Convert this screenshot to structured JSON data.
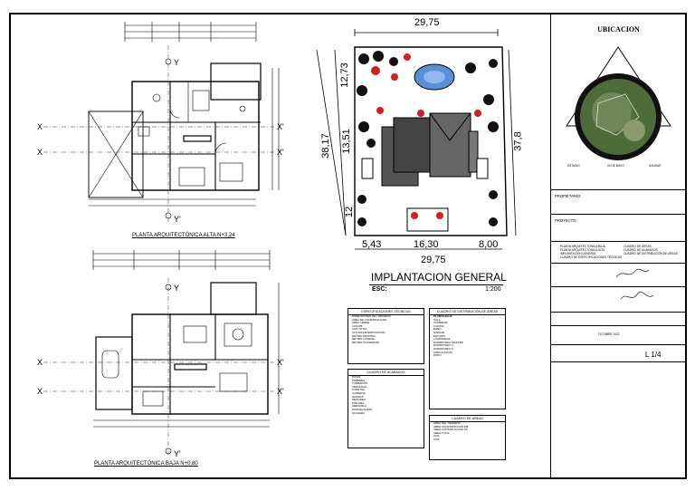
{
  "plans": {
    "upper_title": "PLANTA ARQUITECTÓNICA ALTA  N+3,24",
    "lower_title": "PLANTA ARQUITECTÓNICA BAJA N+0,80",
    "axis_x": "X",
    "axis_x_prime": "X'",
    "axis_y": "Y",
    "axis_y_prime": "Y'"
  },
  "site": {
    "top_width": "29,75",
    "bottom_width": "29,75",
    "left_depth_1": "12,73",
    "left_depth_2": "13,51",
    "left_depth_3": "12",
    "left_total": "38,17",
    "right_depth": "37,8",
    "bottom_seg_1": "5,43",
    "bottom_seg_2": "16,30",
    "bottom_seg_3": "8,00",
    "title": "IMPLANTACION GENERAL",
    "scale_label": "ESC:",
    "scale_value": "1:200"
  },
  "tables": {
    "specs_title": "ESPECIFICACIONES TÉCNICAS",
    "specs_rows": [
      "DIMENSIONES DEL TERRENO",
      "ÁREA DE CONSTRUCCIÓN",
      "ÁREA VERDE",
      "COS PB",
      "COS TOTAL",
      "ALTURA DE EDIFICACIÓN",
      "RETIRO FRONTAL",
      "RETIRO LATERAL",
      "RETIRO POSTERIOR"
    ],
    "areas_title": "CUADRO DE DISTRIBUCIÓN DE ÁREAS",
    "areas_sub": "PLANTA BAJA",
    "areas_rows": [
      "SALA",
      "COMEDOR",
      "COCINA",
      "BAÑO",
      "GARAJE",
      "ESTUDIO",
      "LAVANDERÍA",
      "DORMITORIO MASTER",
      "DORMITORIO 1",
      "DORMITORIO 2",
      "CIRCULACIÓN",
      "PATIO"
    ],
    "finishes_title": "CUADRO DE ACABADOS",
    "finishes_rows": [
      "PISOS",
      "PAREDES",
      "TUMBADOS",
      "VENTANAS",
      "PUERTAS",
      "CUBIERTA",
      "GRADAS",
      "MESONES",
      "PINTURA",
      "CERÁMICA",
      "PORCELANATO",
      "FACHADA"
    ],
    "summary_title": "CUADRO DE ÁREAS",
    "summary_rows": [
      "ÁREA DEL TERRENO",
      "ÁREA CONSTRUCCIÓN PB",
      "ÁREA CONSTRUCCIÓN PA",
      "ÁREA TOTAL",
      "COS",
      "CUS"
    ]
  },
  "titleblock": {
    "heading": "UBICACION",
    "loc_labels": [
      "ESTADIO",
      "24 DE MAYO",
      "ILINIHUÉ"
    ],
    "owner_label": "PROPIETARIO:",
    "project_label": "PROYECTO:",
    "contents": [
      "PLANTA ARQUITECTÓNICA BAJA",
      "PLANTA ARQUITECTÓNICA ALTA",
      "IMPLANTACIÓN GENERAL",
      "CUADRO DE ESPECIFICACIONES TÉCNICAS"
    ],
    "contents_right": [
      "CUADRO DE ÁREAS",
      "CUADRO DE ACABADOS",
      "CUADRO DE DISTRIBUCIÓN DE ÁREAS"
    ],
    "fecha_label": "OCTUBRE 2022",
    "sheet": "L 1/4"
  },
  "colors": {
    "tree_red": "#d81b1b",
    "pool_blue": "#5b8fd6",
    "roof_gray": "#555555",
    "sat_green": "#4e6b3a"
  }
}
